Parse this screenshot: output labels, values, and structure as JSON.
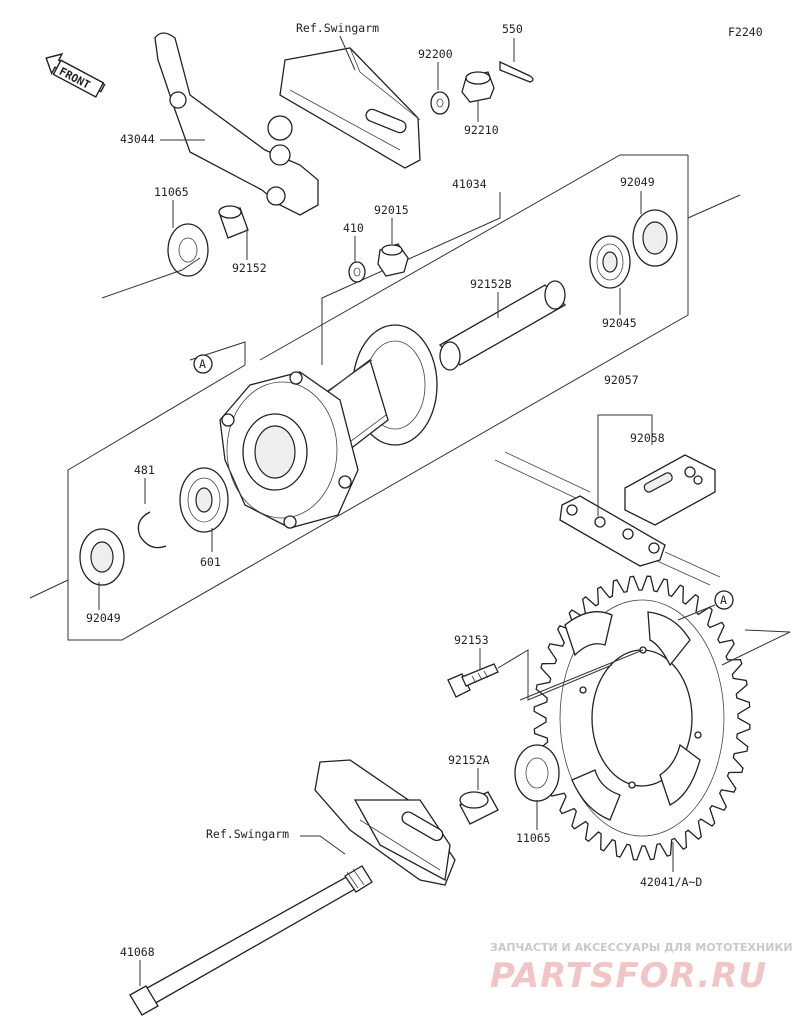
{
  "diagram": {
    "code": "F2240",
    "front_label": "FRONT",
    "ref_labels": {
      "top": "Ref.Swingarm",
      "bottom": "Ref.Swingarm"
    },
    "callouts": {
      "a_top": "A",
      "a_bottom": "A"
    },
    "parts": {
      "p550": "550",
      "p92200": "92200",
      "p92210": "92210",
      "p43044": "43044",
      "p11065_top": "11065",
      "p92152": "92152",
      "p41034": "41034",
      "p92049_top": "92049",
      "p410": "410",
      "p92015": "92015",
      "p92152B": "92152B",
      "p92045": "92045",
      "p481": "481",
      "p601": "601",
      "p92049_bottom": "92049",
      "p92057": "92057",
      "p92058": "92058",
      "p92153": "92153",
      "p92152A": "92152A",
      "p11065_bottom": "11065",
      "p42041": "42041/A~D",
      "p41068": "41068"
    }
  },
  "watermark": {
    "line1": "ЗАПЧАСТИ И АКСЕССУАРЫ ДЛЯ МОТОТЕХНИКИ",
    "line2": "PARTSFOR.RU"
  }
}
